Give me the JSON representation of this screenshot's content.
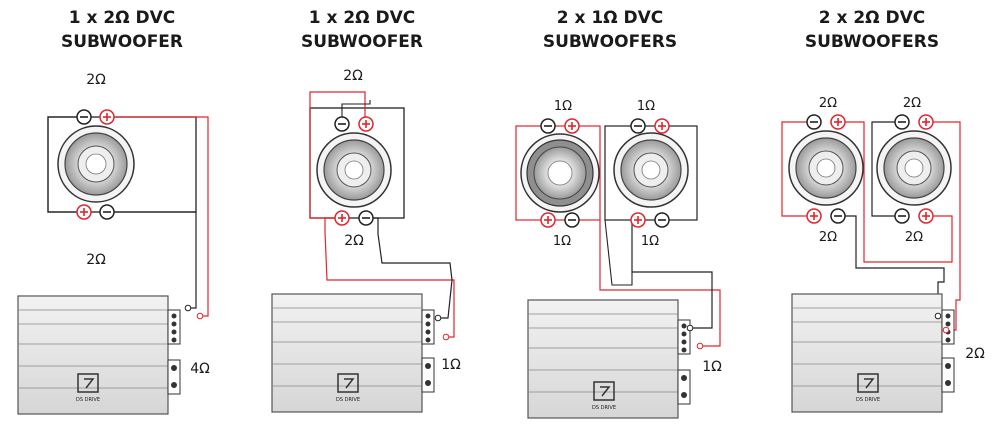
{
  "titles": [
    {
      "line1": "1 x 2Ω DVC",
      "line2": "SUBWOOFER"
    },
    {
      "line1": "1 x 2Ω DVC",
      "line2": "SUBWOOFER"
    },
    {
      "line1": "2 x 1Ω DVC",
      "line2": "SUBWOOFERS"
    },
    {
      "line1": "2 x 2Ω DVC",
      "line2": "SUBWOOFERS"
    }
  ],
  "labels": {
    "d1_top": "2Ω",
    "d1_bottom": "2Ω",
    "d1_load": "4Ω",
    "d2_top": "2Ω",
    "d2_bottom": "2Ω",
    "d2_load": "1Ω",
    "d3_left_top": "1Ω",
    "d3_right_top": "1Ω",
    "d3_left_bottom": "1Ω",
    "d3_right_bottom": "1Ω",
    "d3_load": "1Ω",
    "d4_left_top": "2Ω",
    "d4_right_top": "2Ω",
    "d4_left_bottom": "2Ω",
    "d4_right_bottom": "2Ω",
    "d4_load": "2Ω"
  },
  "brand": "DS DRIVE",
  "colors": {
    "positive": "#e0262d",
    "negative": "#222222",
    "wire_neg": "#333333",
    "amp": "#e6e6e6"
  }
}
